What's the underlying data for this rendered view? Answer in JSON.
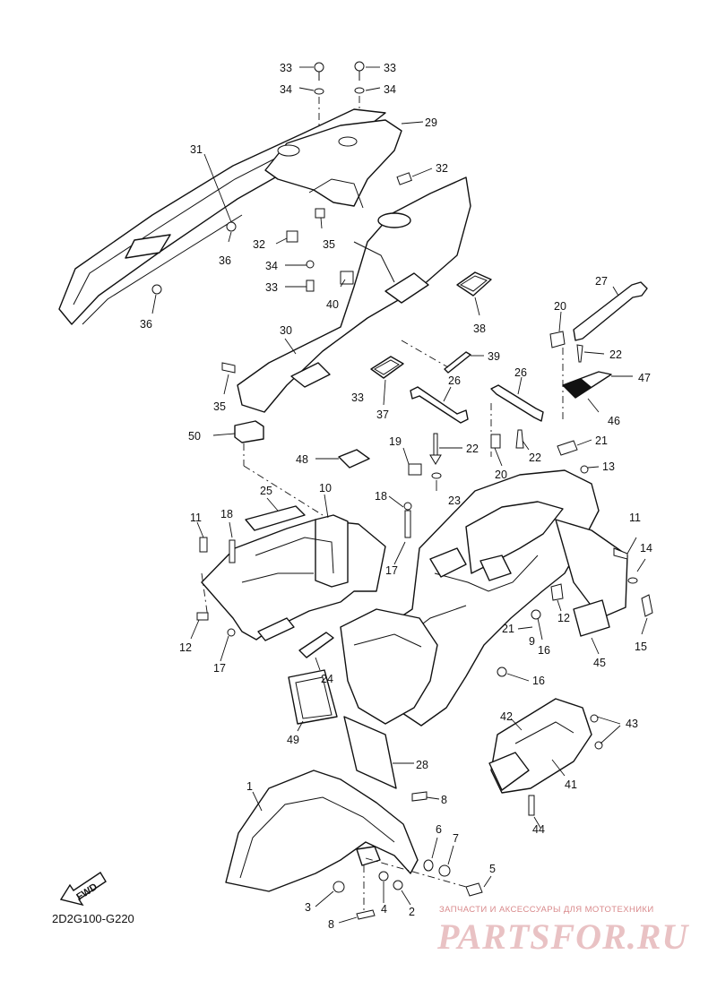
{
  "diagram": {
    "code": "2D2G100-G220",
    "fwd_label": "FWD",
    "watermark_caption": "ЗАПЧАСТИ И АКСЕССУАРЫ ДЛЯ МОТОТЕХНИКИ",
    "watermark_brand": "PARTSFOR.RU",
    "callouts": [
      {
        "id": "c33a",
        "text": "33"
      },
      {
        "id": "c34a",
        "text": "34"
      },
      {
        "id": "c33b",
        "text": "33"
      },
      {
        "id": "c34b",
        "text": "34"
      },
      {
        "id": "c29",
        "text": "29"
      },
      {
        "id": "c31",
        "text": "31"
      },
      {
        "id": "c32a",
        "text": "32"
      },
      {
        "id": "c32b",
        "text": "32"
      },
      {
        "id": "c36a",
        "text": "36"
      },
      {
        "id": "c35a",
        "text": "35"
      },
      {
        "id": "c34c",
        "text": "34"
      },
      {
        "id": "c33c",
        "text": "33"
      },
      {
        "id": "c40",
        "text": "40"
      },
      {
        "id": "c36b",
        "text": "36"
      },
      {
        "id": "c27",
        "text": "27"
      },
      {
        "id": "c38",
        "text": "38"
      },
      {
        "id": "c20a",
        "text": "20"
      },
      {
        "id": "c22a",
        "text": "22"
      },
      {
        "id": "c30",
        "text": "30"
      },
      {
        "id": "c39",
        "text": "39"
      },
      {
        "id": "c26a",
        "text": "26"
      },
      {
        "id": "c26b",
        "text": "26"
      },
      {
        "id": "c47",
        "text": "47"
      },
      {
        "id": "c35b",
        "text": "35"
      },
      {
        "id": "c33d",
        "text": "33"
      },
      {
        "id": "c37",
        "text": "37"
      },
      {
        "id": "c46",
        "text": "46"
      },
      {
        "id": "c50",
        "text": "50"
      },
      {
        "id": "c19",
        "text": "19"
      },
      {
        "id": "c22b",
        "text": "22"
      },
      {
        "id": "c21a",
        "text": "21"
      },
      {
        "id": "c20b",
        "text": "20"
      },
      {
        "id": "c22c",
        "text": "22"
      },
      {
        "id": "c48",
        "text": "48"
      },
      {
        "id": "c13",
        "text": "13"
      },
      {
        "id": "c23",
        "text": "23"
      },
      {
        "id": "c25",
        "text": "25"
      },
      {
        "id": "c10",
        "text": "10"
      },
      {
        "id": "c18a",
        "text": "18"
      },
      {
        "id": "c11a",
        "text": "11"
      },
      {
        "id": "c18b",
        "text": "18"
      },
      {
        "id": "c11b",
        "text": "11"
      },
      {
        "id": "c14",
        "text": "14"
      },
      {
        "id": "c17a",
        "text": "17"
      },
      {
        "id": "c12a",
        "text": "12"
      },
      {
        "id": "c12b",
        "text": "12"
      },
      {
        "id": "c21b",
        "text": "21"
      },
      {
        "id": "c9",
        "text": "9"
      },
      {
        "id": "c16a",
        "text": "16"
      },
      {
        "id": "c15",
        "text": "15"
      },
      {
        "id": "c17b",
        "text": "17"
      },
      {
        "id": "c24",
        "text": "24"
      },
      {
        "id": "c45",
        "text": "45"
      },
      {
        "id": "c16b",
        "text": "16"
      },
      {
        "id": "c42",
        "text": "42"
      },
      {
        "id": "c43",
        "text": "43"
      },
      {
        "id": "c49",
        "text": "49"
      },
      {
        "id": "c28",
        "text": "28"
      },
      {
        "id": "c41",
        "text": "41"
      },
      {
        "id": "c1",
        "text": "1"
      },
      {
        "id": "c8a",
        "text": "8"
      },
      {
        "id": "c44",
        "text": "44"
      },
      {
        "id": "c6",
        "text": "6"
      },
      {
        "id": "c7",
        "text": "7"
      },
      {
        "id": "c5",
        "text": "5"
      },
      {
        "id": "c3",
        "text": "3"
      },
      {
        "id": "c4",
        "text": "4"
      },
      {
        "id": "c2",
        "text": "2"
      },
      {
        "id": "c8b",
        "text": "8"
      }
    ]
  }
}
